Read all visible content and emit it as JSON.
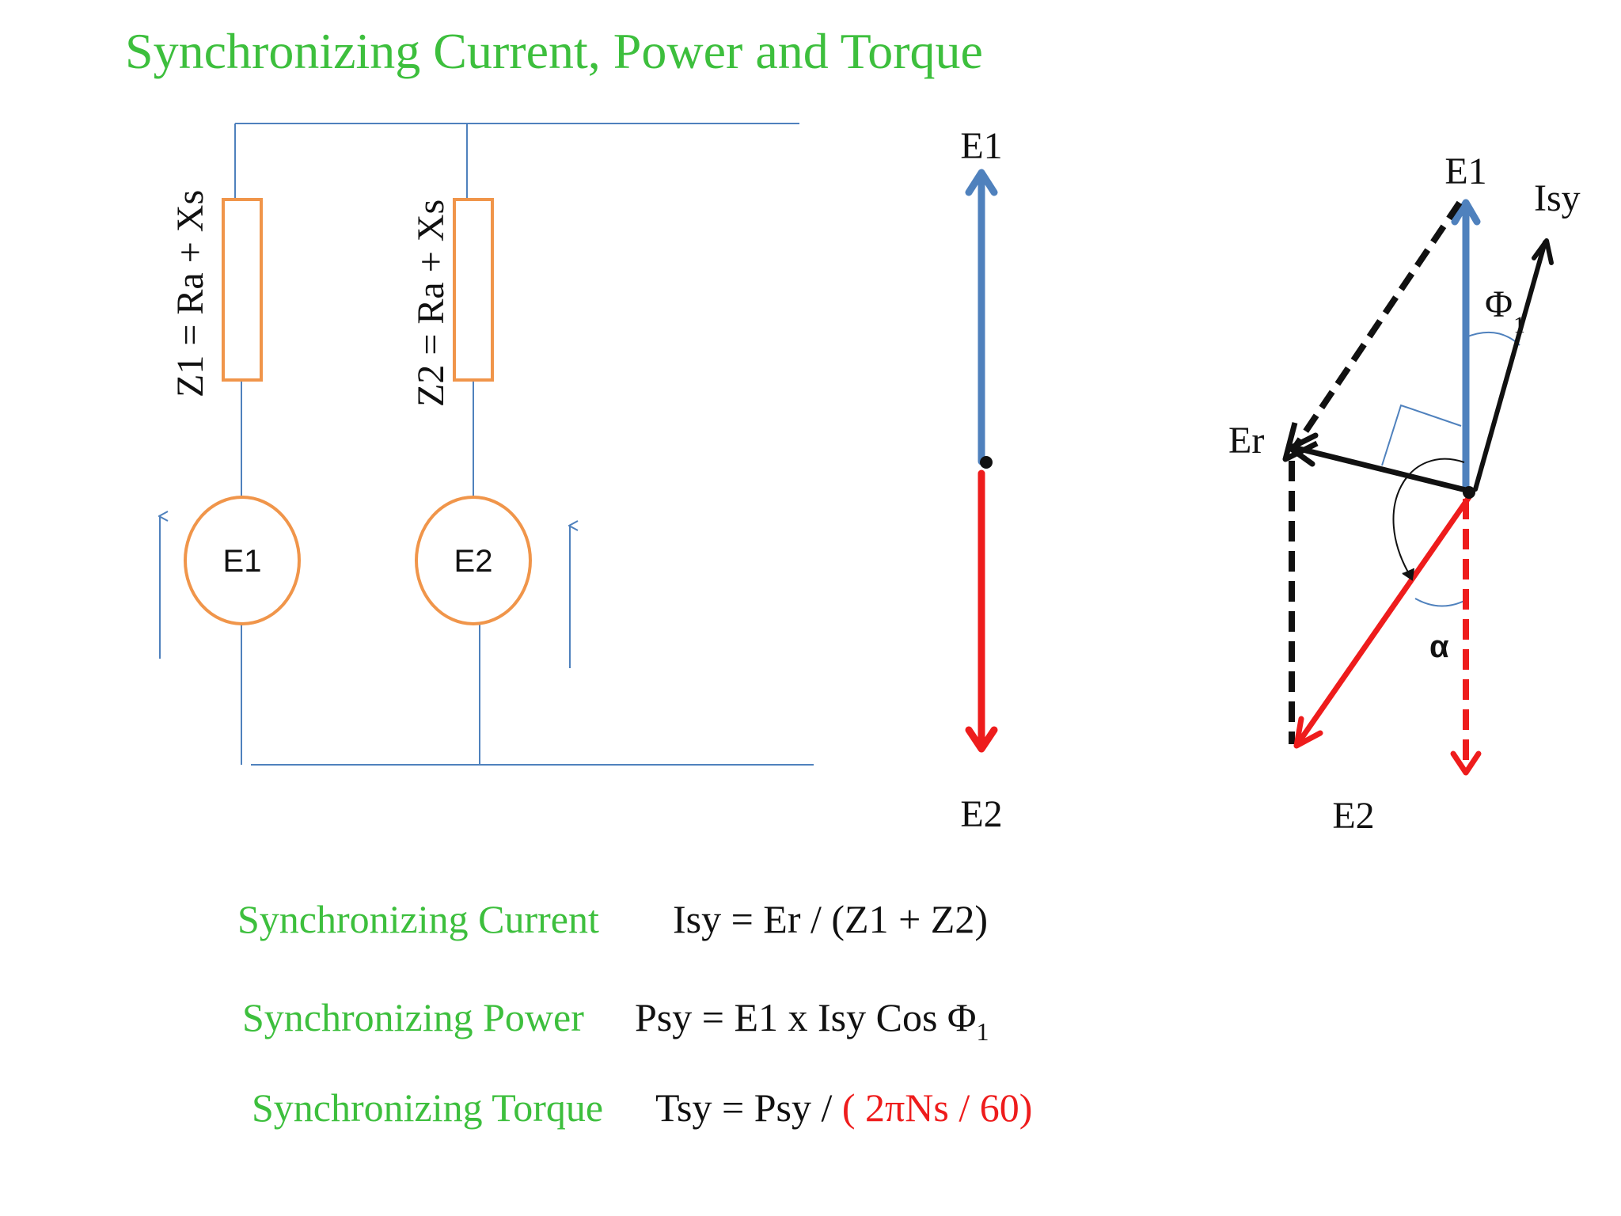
{
  "title": "Synchronizing Current, Power and Torque",
  "colors": {
    "title_green": "#3dbf3d",
    "wire_blue": "#4f81bd",
    "component_orange": "#f0954a",
    "phasor_blue": "#4f81bd",
    "phasor_red": "#ee1c1c",
    "black": "#111111"
  },
  "circuit": {
    "z1_label": "Z1 = Ra + Xs",
    "z2_label": "Z2 = Ra + Xs",
    "source1_label": "E1",
    "source2_label": "E2"
  },
  "phasor_simple": {
    "e1_label": "E1",
    "e2_label": "E2"
  },
  "phasor_full": {
    "e1_label": "E1",
    "isy_label": "Isy",
    "phi_label": "Φ",
    "phi_sub": "1",
    "er_label": "Er",
    "alpha_label": "α",
    "e2_label": "E2"
  },
  "equations": {
    "current_label": "Synchronizing Current",
    "current_formula": "Isy = Er / (Z1 + Z2)",
    "power_label": "Synchronizing Power",
    "power_formula": "Psy = E1 x Isy Cos Φ",
    "power_sub": "1",
    "torque_label": "Synchronizing Torque",
    "torque_formula_black": "Tsy = Psy / ",
    "torque_formula_red": "( 2πNs / 60)"
  }
}
